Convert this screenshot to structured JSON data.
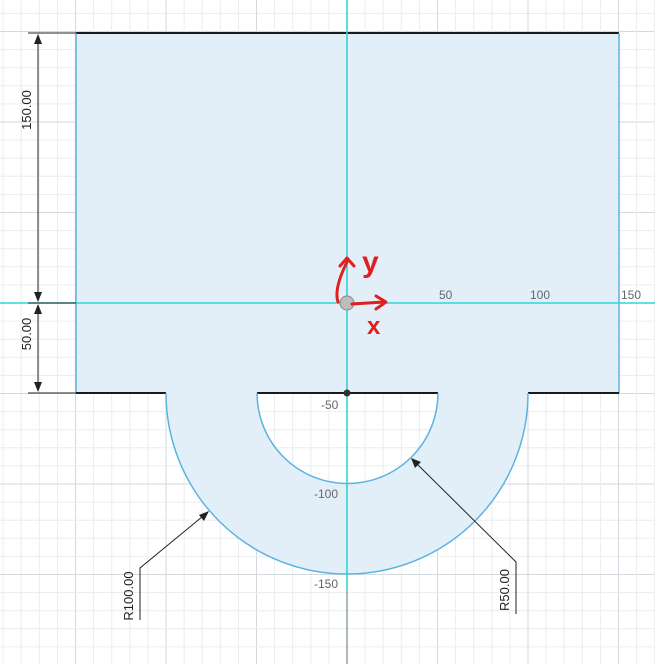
{
  "colors": {
    "background": "#ffffff",
    "grid_minor": "#e9edf0",
    "grid_major": "#d3d9de",
    "axis": "#2fd6d6",
    "profile_fill": "#e3eff8",
    "profile_edge_blue": "#5bb3e0",
    "constraint_edge": "#1a1a1a",
    "dimension": "#222222",
    "tick_label": "#666666",
    "triad": "#e02020"
  },
  "axis_labels": {
    "x_50": "50",
    "x_100": "100",
    "x_150": "150",
    "y_neg50": "-50",
    "y_neg100": "-100",
    "y_neg150": "-150"
  },
  "dimensions": {
    "top_height": "150.00",
    "bottom_height": "50.00",
    "outer_radius": "R100.00",
    "inner_radius": "R50.00"
  },
  "triad": {
    "x_label": "x",
    "y_label": "y"
  }
}
